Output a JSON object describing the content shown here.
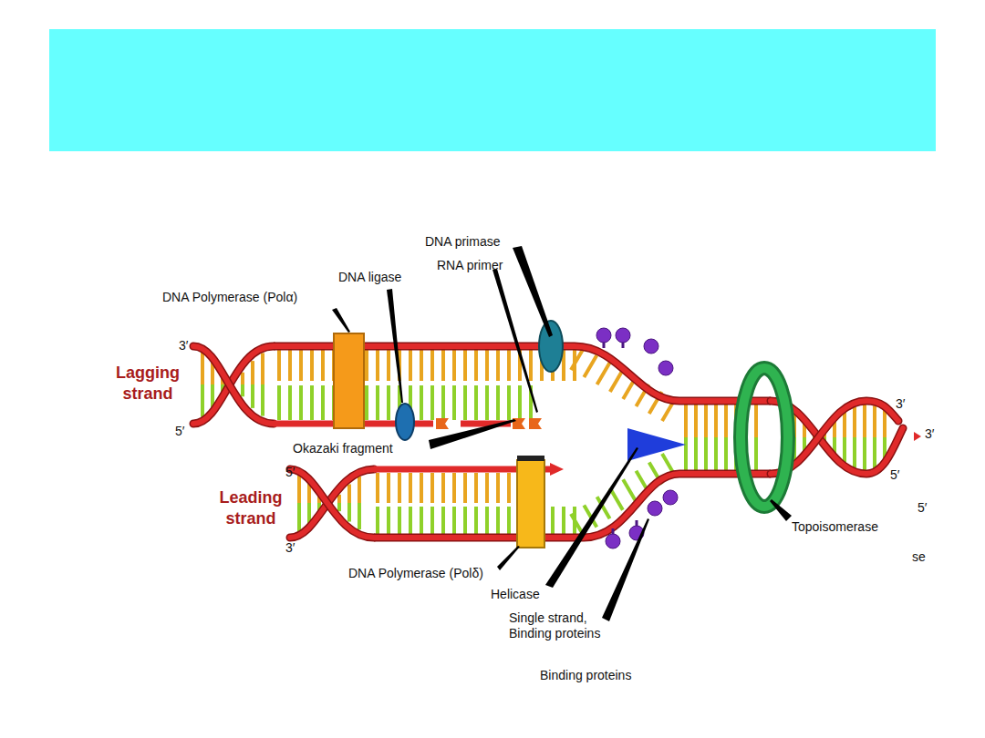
{
  "diagram": {
    "labels": [
      "DNA primase",
      "RNA primer",
      "DNA ligase",
      "DNA Polymerase (Polα)",
      "3′",
      "Lagging strand",
      "5′",
      "Okazaki fragment",
      "5′",
      "Leading strand",
      "3′",
      "DNA Polymerase (Polδ)",
      "Helicase",
      "Single strand, Binding proteins",
      "Binding proteins",
      "Topoisomerase",
      "3′",
      "3′",
      "5′",
      "5′",
      "se"
    ]
  }
}
